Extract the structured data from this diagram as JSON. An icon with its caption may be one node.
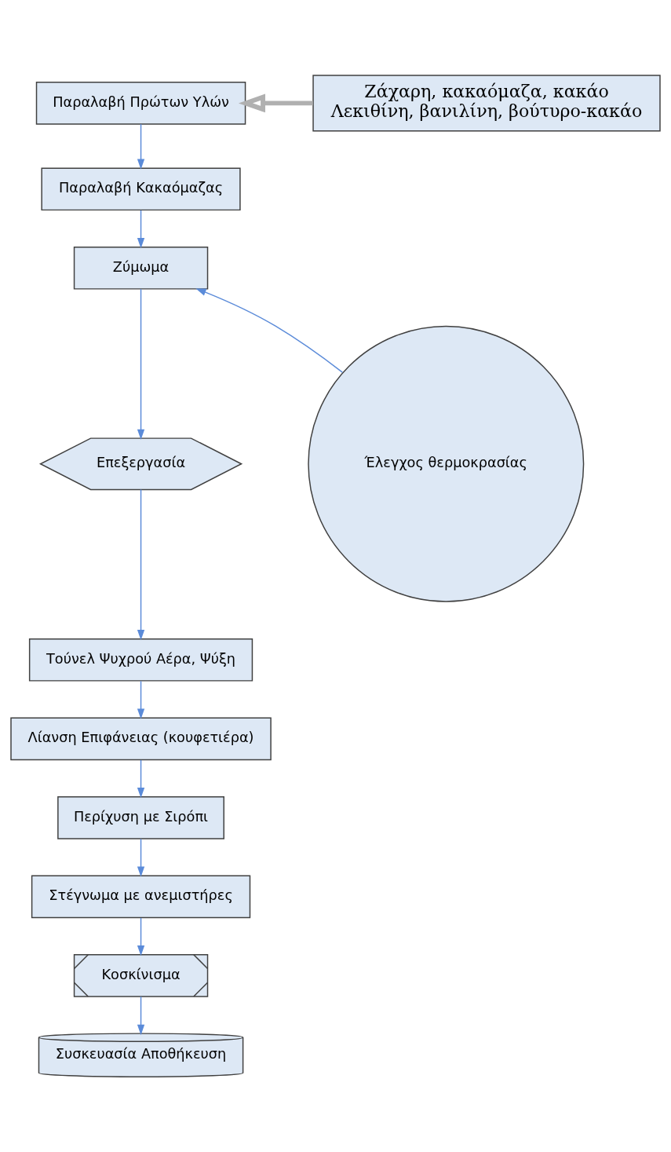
{
  "diagram": {
    "nodes": [
      {
        "text": [
          "Παραλαβή Πρώτων Υλών"
        ]
      },
      {
        "text": [
          "Παραλαβή Κακαόμαζας"
        ]
      },
      {
        "text": [
          "Ζύμωμα"
        ]
      },
      {
        "text": [
          "Έλεγχος θερμοκρασίας"
        ]
      },
      {
        "text": [
          "Επεξεργασία"
        ]
      },
      {
        "text": [
          "Τούνελ Ψυχρού Αέρα, Ψύξη"
        ]
      },
      {
        "text": [
          "Λίανση Επιφάνειας (κουφετιέρα)"
        ]
      },
      {
        "text": [
          "Περίχυση με Σιρόπι"
        ]
      },
      {
        "text": [
          "Στέγνωμα με ανεμιστήρες"
        ]
      },
      {
        "text": [
          "Κοσκίνισμα"
        ]
      },
      {
        "text": [
          "Συσκευασία Αποθήκευση"
        ]
      },
      {
        "text": [
          "Ζάχαρη, κακαόμαζα, κακάο Λεκιθίνη, βανιλίνη, βούτυρο-κακάο"
        ]
      }
    ],
    "edges": [
      {
        "from": 11,
        "to": 0,
        "arrow": "to",
        "style": "thick",
        "color": "#b0b0b0"
      },
      {
        "from": 0,
        "to": 1,
        "arrow": "to"
      },
      {
        "from": 1,
        "to": 2,
        "arrow": "to"
      },
      {
        "from": 3,
        "to": 2,
        "arrow": "to"
      },
      {
        "from": 2,
        "to": 4,
        "arrow": "to"
      },
      {
        "from": 4,
        "to": 5,
        "arrow": "to"
      },
      {
        "from": 5,
        "to": 6,
        "arrow": "to"
      },
      {
        "from": 6,
        "to": 7,
        "arrow": "to"
      },
      {
        "from": 7,
        "to": 8,
        "arrow": "to"
      },
      {
        "from": 8,
        "to": 9,
        "arrow": "to"
      },
      {
        "from": 9,
        "to": 10,
        "arrow": "to"
      }
    ]
  }
}
